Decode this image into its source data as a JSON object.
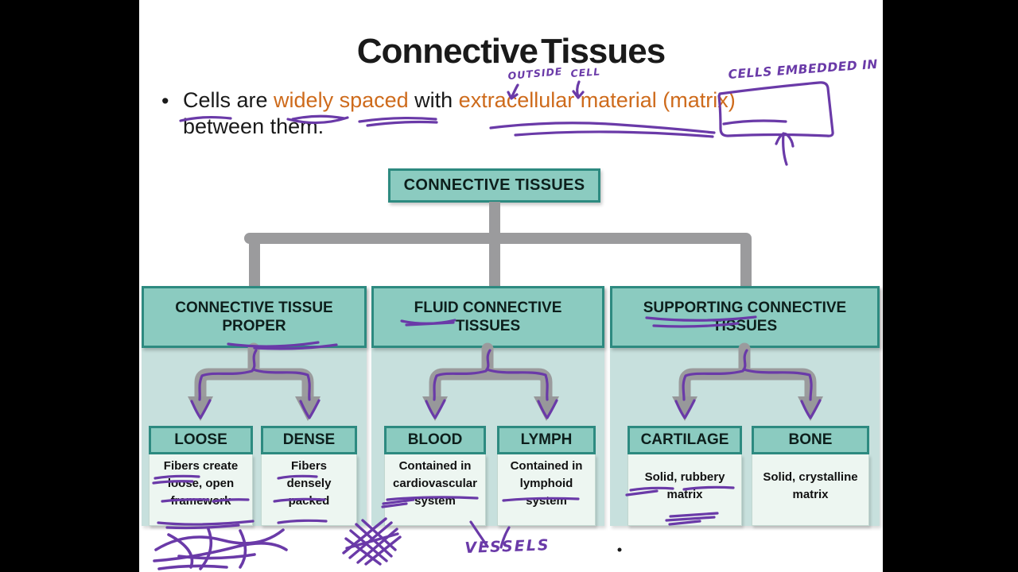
{
  "slide": {
    "title": "Connective Tissues",
    "bullet": {
      "marker": "•",
      "seg1": "Cells",
      "seg2": " are ",
      "seg3": "widely spaced",
      "seg4": " with ",
      "seg5": "extracellular material",
      "seg6": " (matrix)",
      "line2": "between them."
    }
  },
  "annotations": {
    "outside": "OUTSIDE",
    "cell": "CELL",
    "cells_embedded": "CELLS EMBEDDED IN",
    "vessels": "VESSELS"
  },
  "flowchart": {
    "root": "CONNECTIVE TISSUES",
    "branches": [
      {
        "title": "CONNECTIVE TISSUE PROPER",
        "children": [
          {
            "label": "LOOSE",
            "desc": "Fibers create loose, open framework"
          },
          {
            "label": "DENSE",
            "desc": "Fibers densely packed"
          }
        ]
      },
      {
        "title": "FLUID CONNECTIVE TISSUES",
        "children": [
          {
            "label": "BLOOD",
            "desc": "Contained in cardiovascular system"
          },
          {
            "label": "LYMPH",
            "desc": "Contained in lymphoid system"
          }
        ]
      },
      {
        "title": "SUPPORTING CONNECTIVE TISSUES",
        "children": [
          {
            "label": "CARTILAGE",
            "desc": "Solid, rubbery matrix"
          },
          {
            "label": "BONE",
            "desc": "Solid, crystalline matrix"
          }
        ]
      }
    ]
  },
  "colors": {
    "teal_fill": "#8BCBC0",
    "teal_border": "#2D8A80",
    "panel_bg": "#C7E0DD",
    "node_body_bg": "#EDF6F1",
    "connector_gray": "#9B9B9D",
    "ink_purple": "#6A3AA8",
    "highlight_orange": "#CE6B1C",
    "letterbox": "#000000"
  }
}
